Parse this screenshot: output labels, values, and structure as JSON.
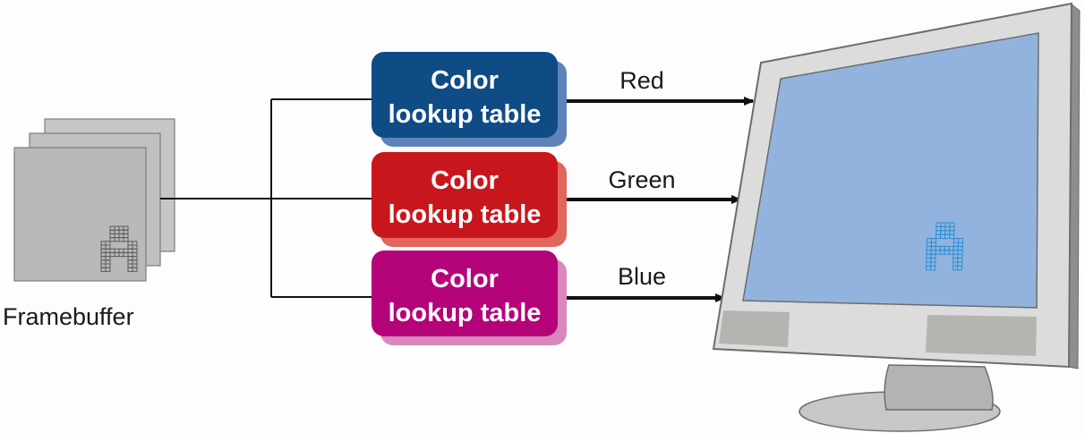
{
  "framebuffer": {
    "label": "Framebuffer"
  },
  "luts": [
    {
      "line1": "Color",
      "line2": "lookup table",
      "channel": "Red",
      "color": "#0f4c86",
      "shadow": "#5f83b8"
    },
    {
      "line1": "Color",
      "line2": "lookup table",
      "channel": "Green",
      "color": "#c8171c",
      "shadow": "#e2665c"
    },
    {
      "line1": "Color",
      "line2": "lookup table",
      "channel": "Blue",
      "color": "#b5037a",
      "shadow": "#d987bd"
    }
  ],
  "colors": {
    "screen": "#92b3dd",
    "pixel_glyph": "#2e8fd4",
    "monitor_body": "#dcdcdc",
    "framebuffer_layer": "#b9bab7"
  }
}
